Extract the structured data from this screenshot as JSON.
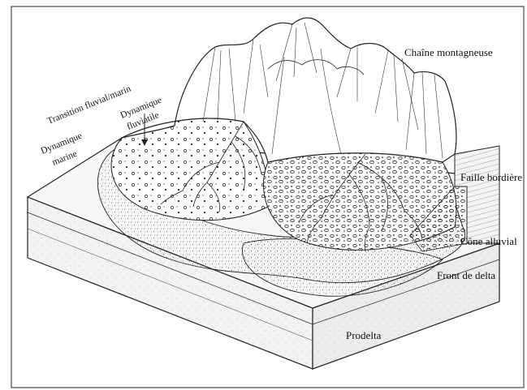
{
  "figure": {
    "labels": {
      "chaine": "Chaîne montagneuse",
      "faille": "Faille bordière",
      "cone": "Cône alluvial",
      "front": "Front de delta",
      "prodelta": "Prodelta",
      "transition": "Transition fluvial/marin",
      "dyn_marine_1": "Dynamique",
      "dyn_marine_2": "marine",
      "dyn_fluv_1": "Dynamique",
      "dyn_fluv_2": "fluviatile"
    }
  }
}
